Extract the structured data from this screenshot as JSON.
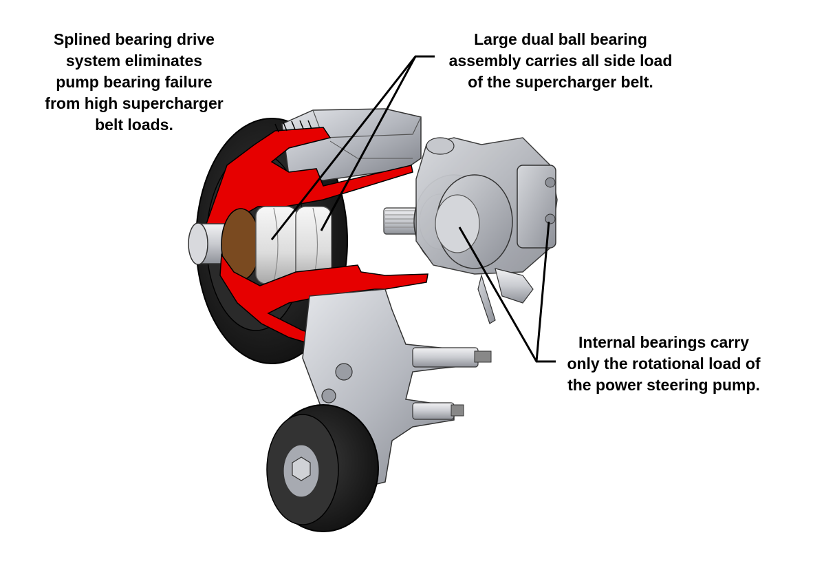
{
  "callouts": {
    "splined": {
      "lines": [
        "Splined bearing drive",
        "system eliminates",
        "pump bearing failure",
        "from high supercharger",
        "belt loads."
      ],
      "target": "splined bearing drive"
    },
    "dual_bearing": {
      "lines": [
        "Large dual ball bearing",
        "assembly carries all side load",
        "of the supercharger belt."
      ],
      "target": "dual ball bearing assembly"
    },
    "internal": {
      "lines": [
        "Internal bearings carry",
        "only the rotational load of",
        "the power steering pump."
      ],
      "target": "power steering pump internal bearings"
    }
  },
  "colors": {
    "cutaway": "#e60000",
    "metal": "#b9bcc4",
    "metal_dark": "#6e717a",
    "rubber": "#1c1c1c",
    "bearing": "#e2e2e2",
    "bronze": "#7a4a20",
    "leader": "#000000"
  }
}
